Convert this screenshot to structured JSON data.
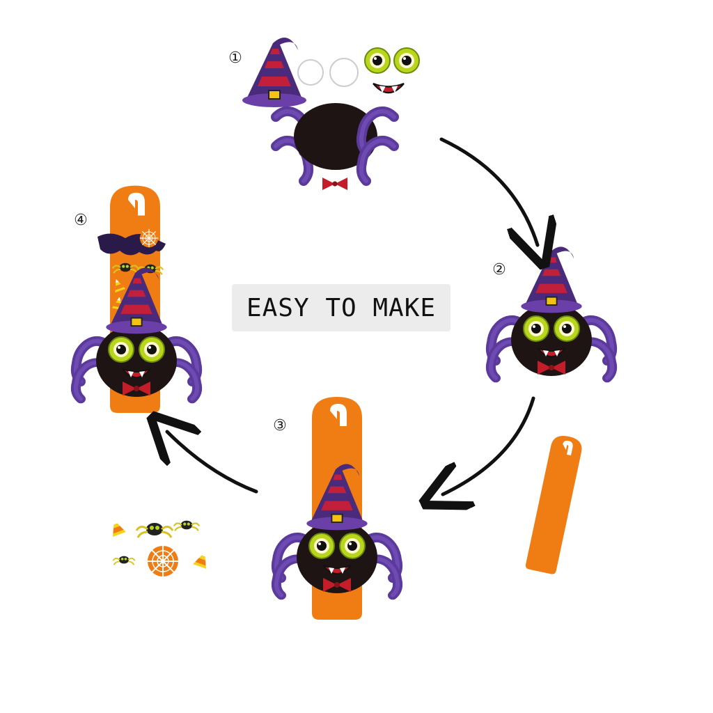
{
  "title": "EASY TO MAKE",
  "steps": [
    {
      "number": "①"
    },
    {
      "number": "②"
    },
    {
      "number": "③"
    },
    {
      "number": "④"
    }
  ],
  "colors": {
    "orange": "#f07d14",
    "purple": "#5b3a9c",
    "body": "#1f1414",
    "hat_stripe": "#c2203a",
    "eye_green": "#b7d61c",
    "bow_red": "#c31d2a",
    "arrow": "#111111"
  },
  "icons": [
    "witch-hat-icon",
    "spider-icon",
    "door-hanger-icon",
    "arrow-icon",
    "candy-corn-icon",
    "spider-web-icon",
    "bow-tie-icon"
  ]
}
